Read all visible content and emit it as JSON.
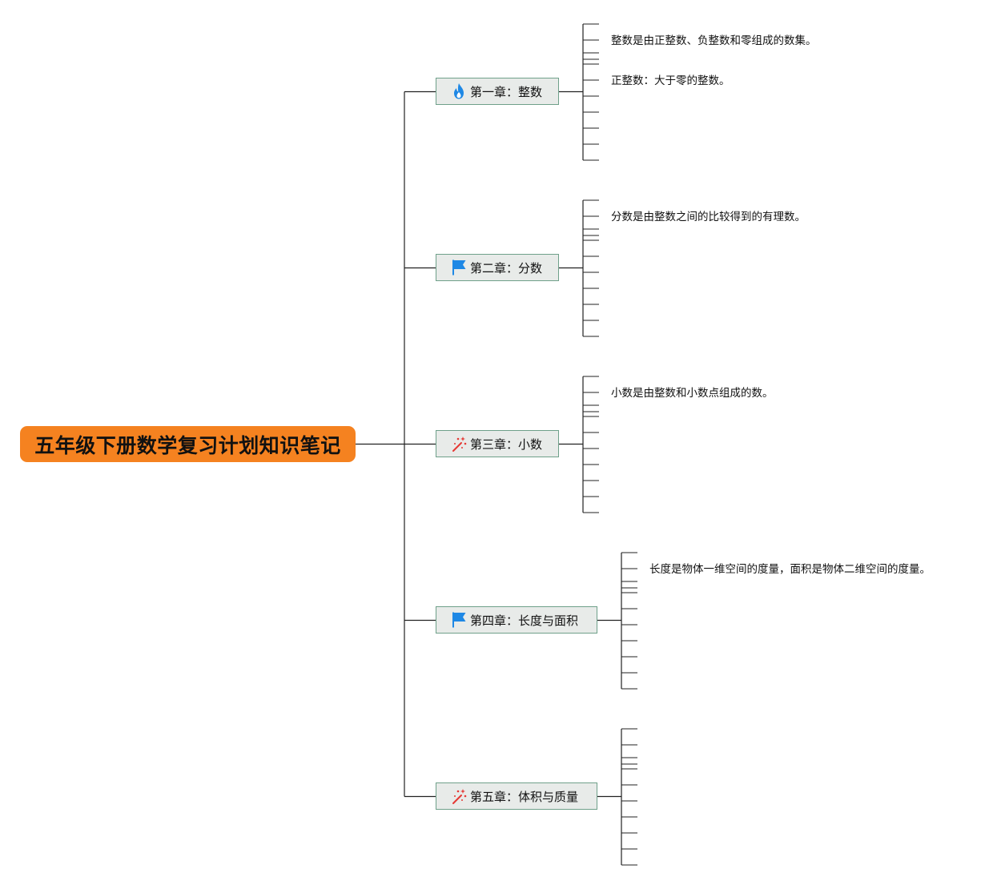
{
  "root": {
    "title": "五年级下册数学复习计划知识笔记"
  },
  "colors": {
    "root_fill": "#f58220",
    "chapter_fill": "#e8ebe9",
    "chapter_border": "#6fa08a",
    "line": "#222222",
    "icon_blue": "#1e88e5",
    "icon_red": "#e53935"
  },
  "chapters": [
    {
      "label": "第一章：整数",
      "icon": "flame-icon",
      "notes": [
        "整数是由正整数、负整数和零组成的数集。",
        "正整数：大于零的整数。"
      ]
    },
    {
      "label": "第二章：分数",
      "icon": "flag-icon",
      "notes": [
        "分数是由整数之间的比较得到的有理数。"
      ]
    },
    {
      "label": "第三章：小数",
      "icon": "magic-wand-icon",
      "notes": [
        "小数是由整数和小数点组成的数。"
      ]
    },
    {
      "label": "第四章：长度与面积",
      "icon": "flag-icon",
      "notes": [
        "长度是物体一维空间的度量，面积是物体二维空间的度量。"
      ]
    },
    {
      "label": "第五章：体积与质量",
      "icon": "magic-wand-icon",
      "notes": []
    }
  ]
}
